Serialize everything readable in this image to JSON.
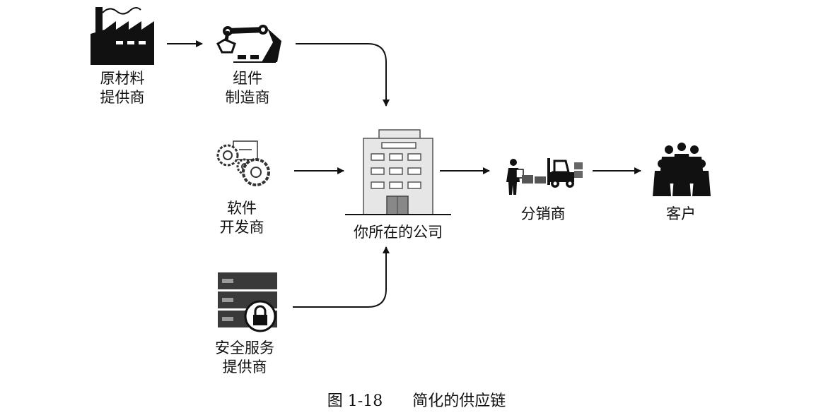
{
  "nodes": {
    "raw_material": {
      "line1": "原材料",
      "line2": "提供商"
    },
    "component": {
      "line1": "组件",
      "line2": "制造商"
    },
    "software": {
      "line1": "软件",
      "line2": "开发商"
    },
    "security": {
      "line1": "安全服务",
      "line2": "提供商"
    },
    "company": {
      "label": "你所在的公司"
    },
    "distributor": {
      "label": "分销商"
    },
    "customer": {
      "label": "客户"
    }
  },
  "caption": {
    "number": "图 1-18",
    "title": "简化的供应链"
  },
  "icons": [
    "factory-icon",
    "robot-arm-icon",
    "gears-icon",
    "server-lock-icon",
    "office-building-icon",
    "forklift-icon",
    "customers-group-icon"
  ]
}
